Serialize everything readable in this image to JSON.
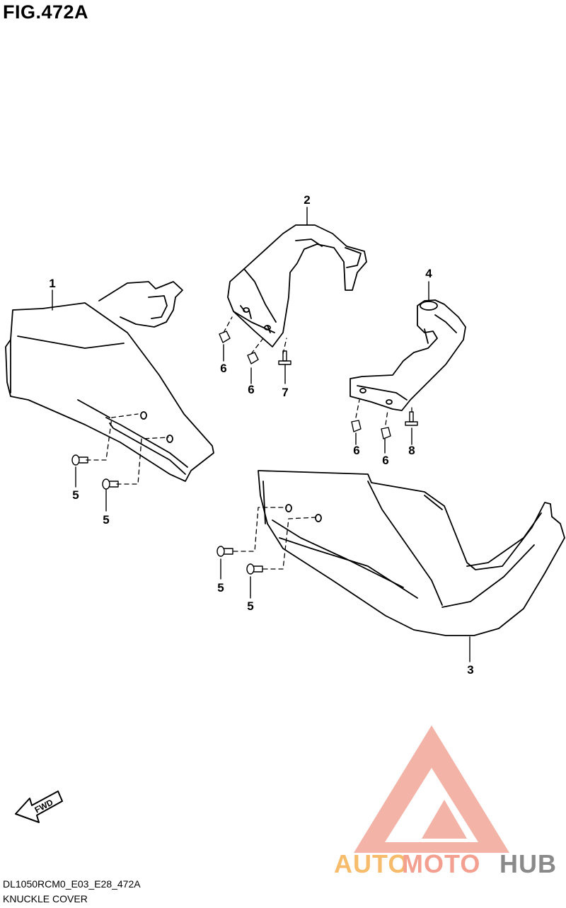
{
  "figure": {
    "title": "FIG.472A"
  },
  "callouts": {
    "c1": "1",
    "c2": "2",
    "c3": "3",
    "c4": "4",
    "c5a": "5",
    "c5b": "5",
    "c5c": "5",
    "c5d": "5",
    "c6a": "6",
    "c6b": "6",
    "c6c": "6",
    "c6d": "6",
    "c7": "7",
    "c8": "8"
  },
  "fwd_arrow": {
    "label": "FWD"
  },
  "footer": {
    "model_code": "DL1050RCM0_E03_E28_472A",
    "section_name": "KNUCKLE COVER"
  },
  "watermark": {
    "part1": "AUTO",
    "part2": "MOTO",
    "part3": "HUB",
    "color_primary": "#f4a090",
    "color_secondary": "#f6bc6c",
    "color_tertiary": "#8a8a8a"
  }
}
